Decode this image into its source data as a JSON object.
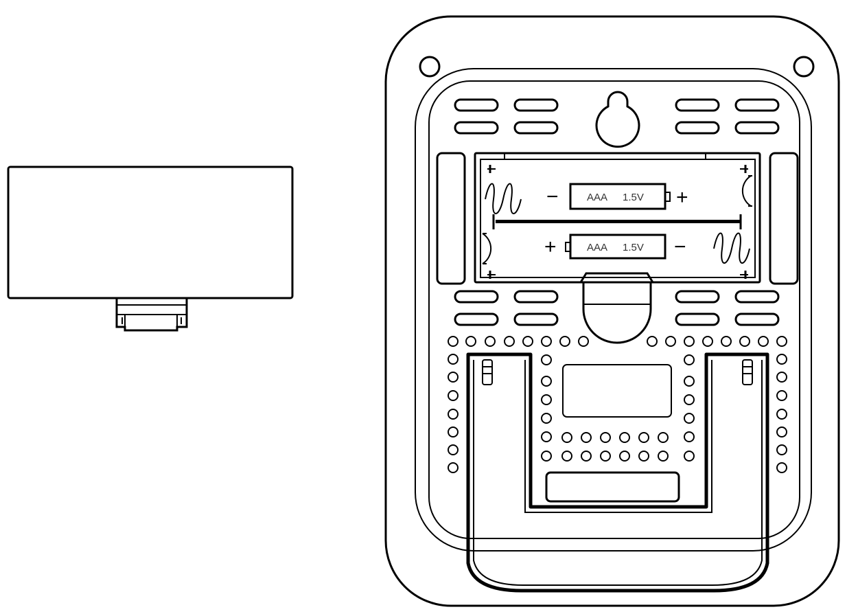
{
  "colors": {
    "ink": "#000000",
    "paper": "#ffffff",
    "label": "#333333"
  },
  "battery_top": {
    "type": "AAA",
    "voltage": "1.5V",
    "left_pole": "−",
    "right_pole": "+"
  },
  "battery_bottom": {
    "type": "AAA",
    "voltage": "1.5V",
    "left_pole": "+",
    "right_pole": "−"
  }
}
